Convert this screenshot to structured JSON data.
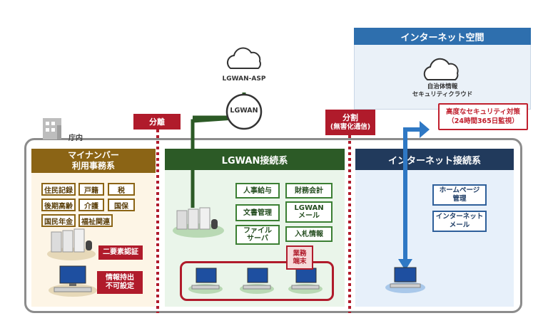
{
  "internet_space": {
    "title": "インターネット空間",
    "cloud_label_line1": "自治体情報",
    "cloud_label_line2": "セキュリティクラウド"
  },
  "security_callout": {
    "line1": "高度なセキュリティ対策",
    "line2": "（24時間365日監視）"
  },
  "lgwan_asp_label": "LGWAN-ASP",
  "lgwan_node_label": "LGWAN",
  "office_label": "庁内",
  "separators": {
    "separation": "分離",
    "division": "分割",
    "division_note": "(無害化通信)"
  },
  "mynumber_zone": {
    "title_line1": "マイナンバー",
    "title_line2": "利用事務系",
    "functions": [
      "住民記録",
      "戸籍",
      "税",
      "後期高齢",
      "介護",
      "国保",
      "国民年金",
      "福祉関連"
    ],
    "two_factor": "二要素認証",
    "no_takeout_line1": "情報持出",
    "no_takeout_line2": "不可設定"
  },
  "lgwan_zone": {
    "title": "LGWAN接続系",
    "functions": [
      {
        "line1": "人事給与",
        "line2": ""
      },
      {
        "line1": "財務会計",
        "line2": ""
      },
      {
        "line1": "文書管理",
        "line2": ""
      },
      {
        "line1": "LGWAN",
        "line2": "メール"
      },
      {
        "line1": "ファイル",
        "line2": "サーバ"
      },
      {
        "line1": "入札情報",
        "line2": ""
      }
    ],
    "terminal_label_line1": "業務",
    "terminal_label_line2": "端末"
  },
  "internet_zone": {
    "title": "インターネット接続系",
    "functions": [
      {
        "line1": "ホームページ",
        "line2": "管理"
      },
      {
        "line1": "インターネット",
        "line2": "メール"
      }
    ]
  },
  "colors": {
    "mynumber_accent": "#8b6415",
    "lgwan_accent": "#2c5a26",
    "internet_accent": "#213a5c",
    "alert_red": "#b01b2b",
    "arrow_blue": "#2f78c4"
  }
}
